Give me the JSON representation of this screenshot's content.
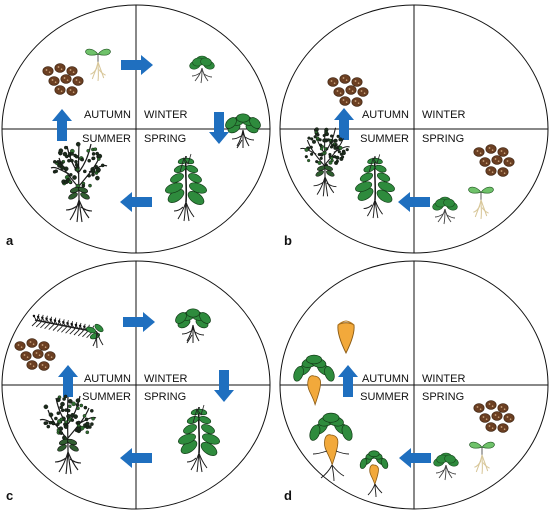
{
  "colors": {
    "arrow": "#1f6fbf",
    "seed": "#6b3f22",
    "seed_dot": "#c9a27a",
    "leaf": "#2e8b3d",
    "leaf_light": "#6fc26a",
    "stem": "#1b1b1b",
    "root": "#d8c79a",
    "taproot": "#f2a93b"
  },
  "seasons": {
    "autumn": "AUTUMN",
    "winter": "WINTER",
    "summer": "SUMMER",
    "spring": "SPRING"
  },
  "panels": [
    {
      "id": "a",
      "label": "a"
    },
    {
      "id": "b",
      "label": "b"
    },
    {
      "id": "c",
      "label": "c"
    },
    {
      "id": "d",
      "label": "d"
    }
  ]
}
